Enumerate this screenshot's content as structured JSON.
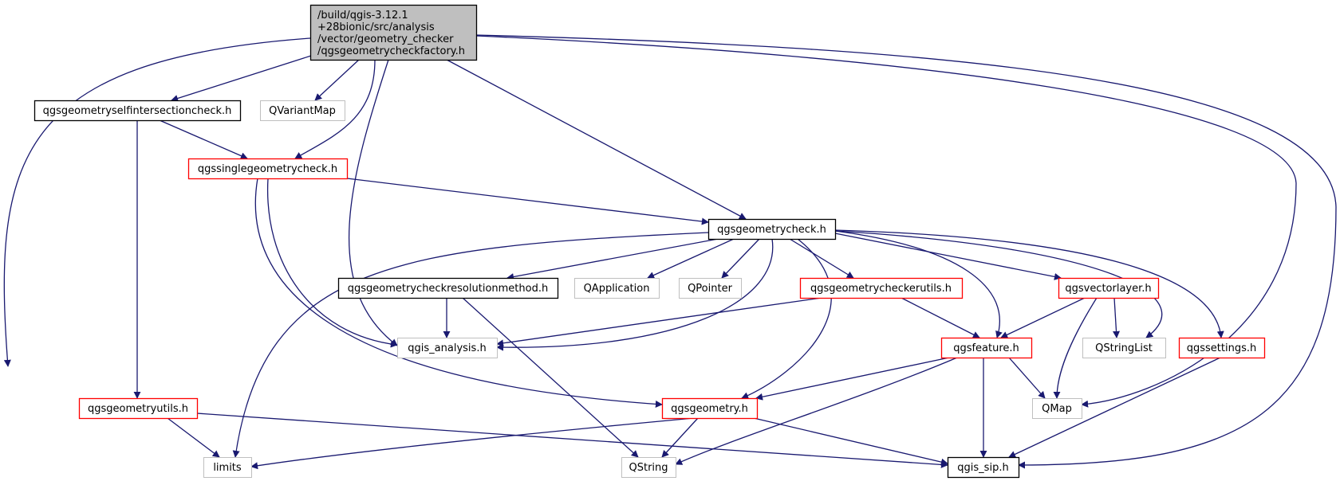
{
  "diagram": {
    "colors": {
      "edge": "#191970",
      "root_fill": "#bfbfbf",
      "root_border": "#000000",
      "documented_border": "#000000",
      "truncated_border": "#ff0000",
      "external_border": "#bfbfbf",
      "label": "#000000"
    },
    "nodes": [
      {
        "id": "root",
        "kind": "root",
        "lines": [
          "/build/qgis-3.12.1",
          "+28bionic/src/analysis",
          "/vector/geometry_checker",
          "/qgsgeometrycheckfactory.h"
        ]
      },
      {
        "id": "selfintersection",
        "kind": "documented",
        "lines": [
          "qgsgeometryselfintersectioncheck.h"
        ]
      },
      {
        "id": "qvariantmap",
        "kind": "external",
        "lines": [
          "QVariantMap"
        ]
      },
      {
        "id": "singlegeometrycheck",
        "kind": "truncated",
        "lines": [
          "qgssinglegeometrycheck.h"
        ]
      },
      {
        "id": "geometrycheck",
        "kind": "documented",
        "lines": [
          "qgsgeometrycheck.h"
        ]
      },
      {
        "id": "resolutionmethod",
        "kind": "documented",
        "lines": [
          "qgsgeometrycheckresolutionmethod.h"
        ]
      },
      {
        "id": "qapplication",
        "kind": "external",
        "lines": [
          "QApplication"
        ]
      },
      {
        "id": "qpointer",
        "kind": "external",
        "lines": [
          "QPointer"
        ]
      },
      {
        "id": "checkerutils",
        "kind": "truncated",
        "lines": [
          "qgsgeometrycheckerutils.h"
        ]
      },
      {
        "id": "vectorlayer",
        "kind": "truncated",
        "lines": [
          "qgsvectorlayer.h"
        ]
      },
      {
        "id": "qgis_analysis",
        "kind": "external",
        "lines": [
          "qgis_analysis.h"
        ]
      },
      {
        "id": "feature",
        "kind": "truncated",
        "lines": [
          "qgsfeature.h"
        ]
      },
      {
        "id": "qstringlist",
        "kind": "external",
        "lines": [
          "QStringList"
        ]
      },
      {
        "id": "settings",
        "kind": "truncated",
        "lines": [
          "qgssettings.h"
        ]
      },
      {
        "id": "geometryutils",
        "kind": "truncated",
        "lines": [
          "qgsgeometryutils.h"
        ]
      },
      {
        "id": "geometry",
        "kind": "truncated",
        "lines": [
          "qgsgeometry.h"
        ]
      },
      {
        "id": "qmap",
        "kind": "external",
        "lines": [
          "QMap"
        ]
      },
      {
        "id": "limits",
        "kind": "external",
        "lines": [
          "limits"
        ]
      },
      {
        "id": "qstring",
        "kind": "external",
        "lines": [
          "QString"
        ]
      },
      {
        "id": "qgis_sip",
        "kind": "documented",
        "lines": [
          "qgis_sip.h"
        ]
      }
    ],
    "edges": [
      {
        "from": "root",
        "to": "selfintersection"
      },
      {
        "from": "root",
        "to": "qvariantmap"
      },
      {
        "from": "root",
        "to": "singlegeometrycheck"
      },
      {
        "from": "root",
        "to": "qgis_analysis"
      },
      {
        "from": "root",
        "to": "geometrycheck"
      },
      {
        "from": "root",
        "to": "qstring"
      },
      {
        "from": "root",
        "to": "qmap"
      },
      {
        "from": "root",
        "to": "qgis_sip"
      },
      {
        "from": "selfintersection",
        "to": "singlegeometrycheck"
      },
      {
        "from": "selfintersection",
        "to": "geometryutils"
      },
      {
        "from": "singlegeometrycheck",
        "to": "geometrycheck"
      },
      {
        "from": "singlegeometrycheck",
        "to": "qgis_analysis"
      },
      {
        "from": "singlegeometrycheck",
        "to": "geometry"
      },
      {
        "from": "geometrycheck",
        "to": "limits"
      },
      {
        "from": "geometrycheck",
        "to": "resolutionmethod"
      },
      {
        "from": "geometrycheck",
        "to": "qapplication"
      },
      {
        "from": "geometrycheck",
        "to": "qpointer"
      },
      {
        "from": "geometrycheck",
        "to": "qgis_analysis"
      },
      {
        "from": "geometrycheck",
        "to": "checkerutils"
      },
      {
        "from": "geometrycheck",
        "to": "geometry"
      },
      {
        "from": "geometrycheck",
        "to": "feature"
      },
      {
        "from": "geometrycheck",
        "to": "vectorlayer"
      },
      {
        "from": "geometrycheck",
        "to": "qstringlist"
      },
      {
        "from": "geometrycheck",
        "to": "settings"
      },
      {
        "from": "resolutionmethod",
        "to": "qgis_analysis"
      },
      {
        "from": "resolutionmethod",
        "to": "qstring"
      },
      {
        "from": "checkerutils",
        "to": "qgis_analysis"
      },
      {
        "from": "checkerutils",
        "to": "feature"
      },
      {
        "from": "vectorlayer",
        "to": "feature"
      },
      {
        "from": "vectorlayer",
        "to": "qstringlist"
      },
      {
        "from": "vectorlayer",
        "to": "qmap"
      },
      {
        "from": "feature",
        "to": "geometry"
      },
      {
        "from": "feature",
        "to": "qmap"
      },
      {
        "from": "feature",
        "to": "qgis_sip"
      },
      {
        "from": "feature",
        "to": "qstring"
      },
      {
        "from": "settings",
        "to": "qgis_sip"
      },
      {
        "from": "geometryutils",
        "to": "limits"
      },
      {
        "from": "geometryutils",
        "to": "qgis_sip"
      },
      {
        "from": "geometry",
        "to": "limits"
      },
      {
        "from": "geometry",
        "to": "qstring"
      },
      {
        "from": "geometry",
        "to": "qgis_sip"
      }
    ]
  }
}
